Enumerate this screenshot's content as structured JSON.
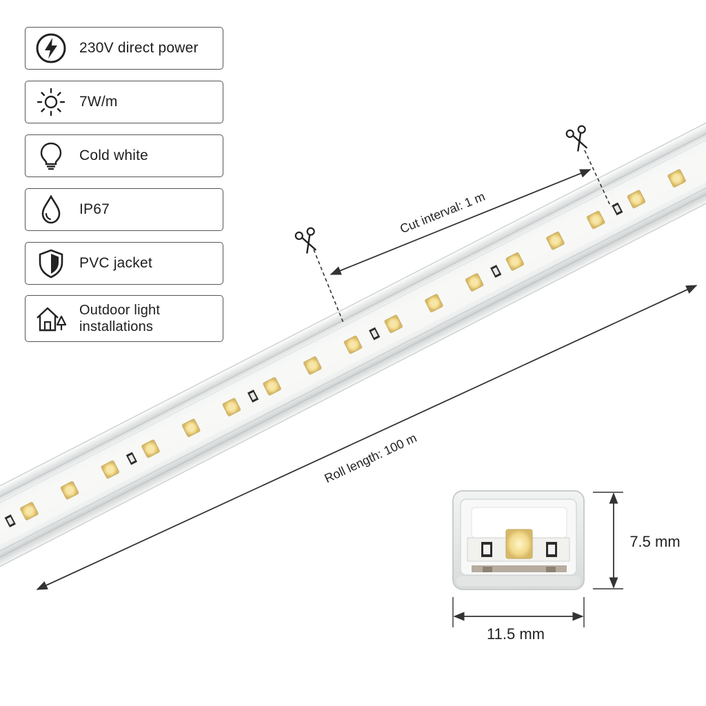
{
  "features": [
    {
      "icon": "lightning-icon",
      "label": "230V direct power"
    },
    {
      "icon": "sun-icon",
      "label": "7W/m"
    },
    {
      "icon": "light-bulb-icon",
      "label": "Cold white"
    },
    {
      "icon": "water-drop-icon",
      "label": "IP67"
    },
    {
      "icon": "shield-icon",
      "label": "PVC jacket"
    },
    {
      "icon": "house-tree-icon",
      "label_line1": "Outdoor light",
      "label_line2": "installations"
    }
  ],
  "dimensions": {
    "cut_interval": "Cut interval: 1 m",
    "roll_length": "Roll length: 100 m",
    "height": "7.5 mm",
    "width": "11.5 mm"
  },
  "colors": {
    "led": "#f6e6a8",
    "strip": "#eceeee",
    "border": "#555555"
  }
}
